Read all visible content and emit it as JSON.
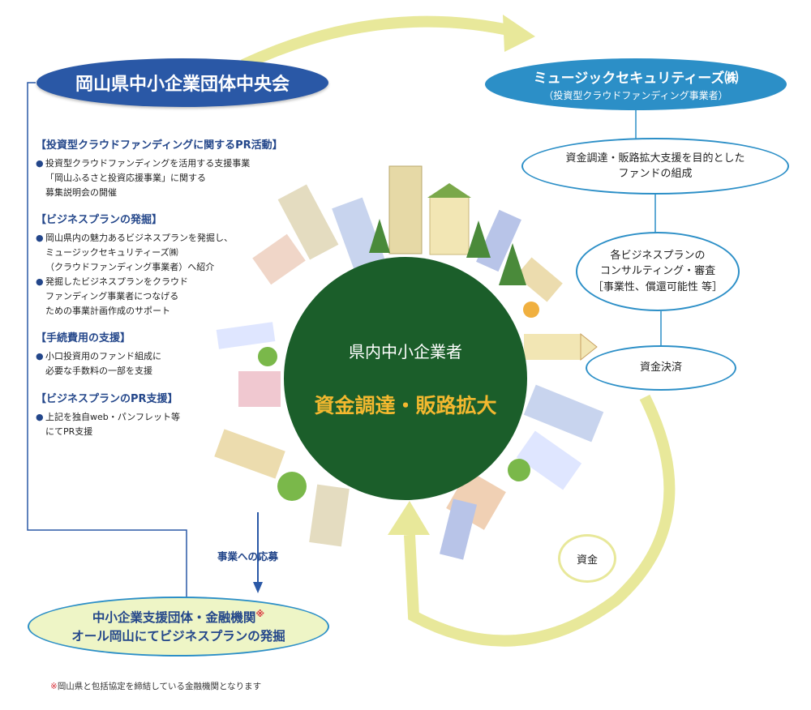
{
  "org_left": "岡山県中小企業団体中央会",
  "org_right": {
    "name": "ミュージックセキュリティーズ㈱",
    "sub": "（投資型クラウドファンディング事業者）"
  },
  "sections": [
    {
      "title": "【投資型クラウドファンディングに関するPR活動】",
      "bullets": [
        [
          "投資型クラウドファンディングを活用する支援事業",
          "「岡山ふるさと投資応援事業」に関する",
          "募集説明会の開催"
        ]
      ]
    },
    {
      "title": "【ビジネスプランの発掘】",
      "bullets": [
        [
          "岡山県内の魅力あるビジネスプランを発掘し、",
          "ミュージックセキュリティーズ㈱",
          "（クラウドファンディング事業者）へ紹介"
        ],
        [
          "発掘したビジネスプランをクラウド",
          "ファンディング事業者につなげる",
          "ための事業計画作成のサポート"
        ]
      ]
    },
    {
      "title": "【手続費用の支援】",
      "bullets": [
        [
          "小口投資用のファンド組成に",
          "必要な手数料の一部を支援"
        ]
      ]
    },
    {
      "title": "【ビジネスプランのPR支援】",
      "bullets": [
        [
          "上記を独自web・パンフレット等",
          "にてPR支援"
        ]
      ]
    }
  ],
  "bullet_mark": "●",
  "steps": [
    [
      "資金調達・販路拡大支援を目的とした",
      "ファンドの組成"
    ],
    [
      "各ビジネスプランの",
      "コンサルティング・審査",
      "［事業性、償還可能性 等］"
    ],
    [
      "資金決済"
    ]
  ],
  "money_label": "資金",
  "center": {
    "line1": "県内中小企業者",
    "line2": "資金調達・販路拡大"
  },
  "apply_label": "事業への応募",
  "bottom": {
    "line1": "中小企業支援団体・金融機関",
    "mark": "※",
    "line2": "オール岡山にてビジネスプランの発掘"
  },
  "footnote": {
    "mark": "※",
    "text": "岡山県と包括協定を締結している金融機関となります"
  },
  "colors": {
    "navy": "#23468a",
    "header_blue": "#2a58a6",
    "right_blue": "#2c8fc7",
    "center_green": "#1b5e2a",
    "gold": "#f3b82f",
    "arrow_yellow": "#e8e89a",
    "bottom_fill": "#eef5c6",
    "note_red": "#d8323c"
  }
}
